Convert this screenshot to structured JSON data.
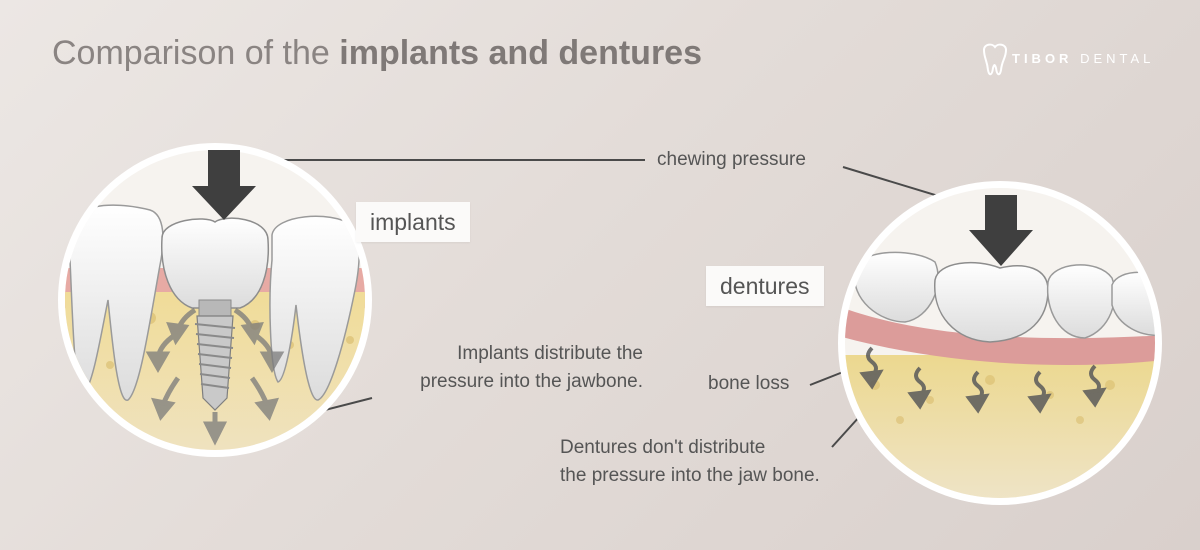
{
  "header": {
    "title_prefix": "Comparison of the ",
    "title_bold": "implants and dentures"
  },
  "logo": {
    "brand_bold": "TIBOR",
    "brand_rest": " DENTAL",
    "icon": "tooth-logo-icon"
  },
  "labels": {
    "chewing_pressure": "chewing pressure",
    "implants_tag": "implants",
    "dentures_tag": "dentures",
    "implants_caption_line1": "Implants distribute the",
    "implants_caption_line2": "pressure into the jawbone.",
    "bone_loss": "bone loss",
    "dentures_caption_line1": "Dentures don't distribute",
    "dentures_caption_line2": "the pressure into the jaw bone."
  },
  "colors": {
    "background": "#e6e0dc",
    "arrow": "#3f3f3f",
    "gum": "#e3a3a0",
    "bone": "#e8d28f",
    "tooth": "#f4f4f4",
    "leader_line": "#4a4a4a"
  }
}
